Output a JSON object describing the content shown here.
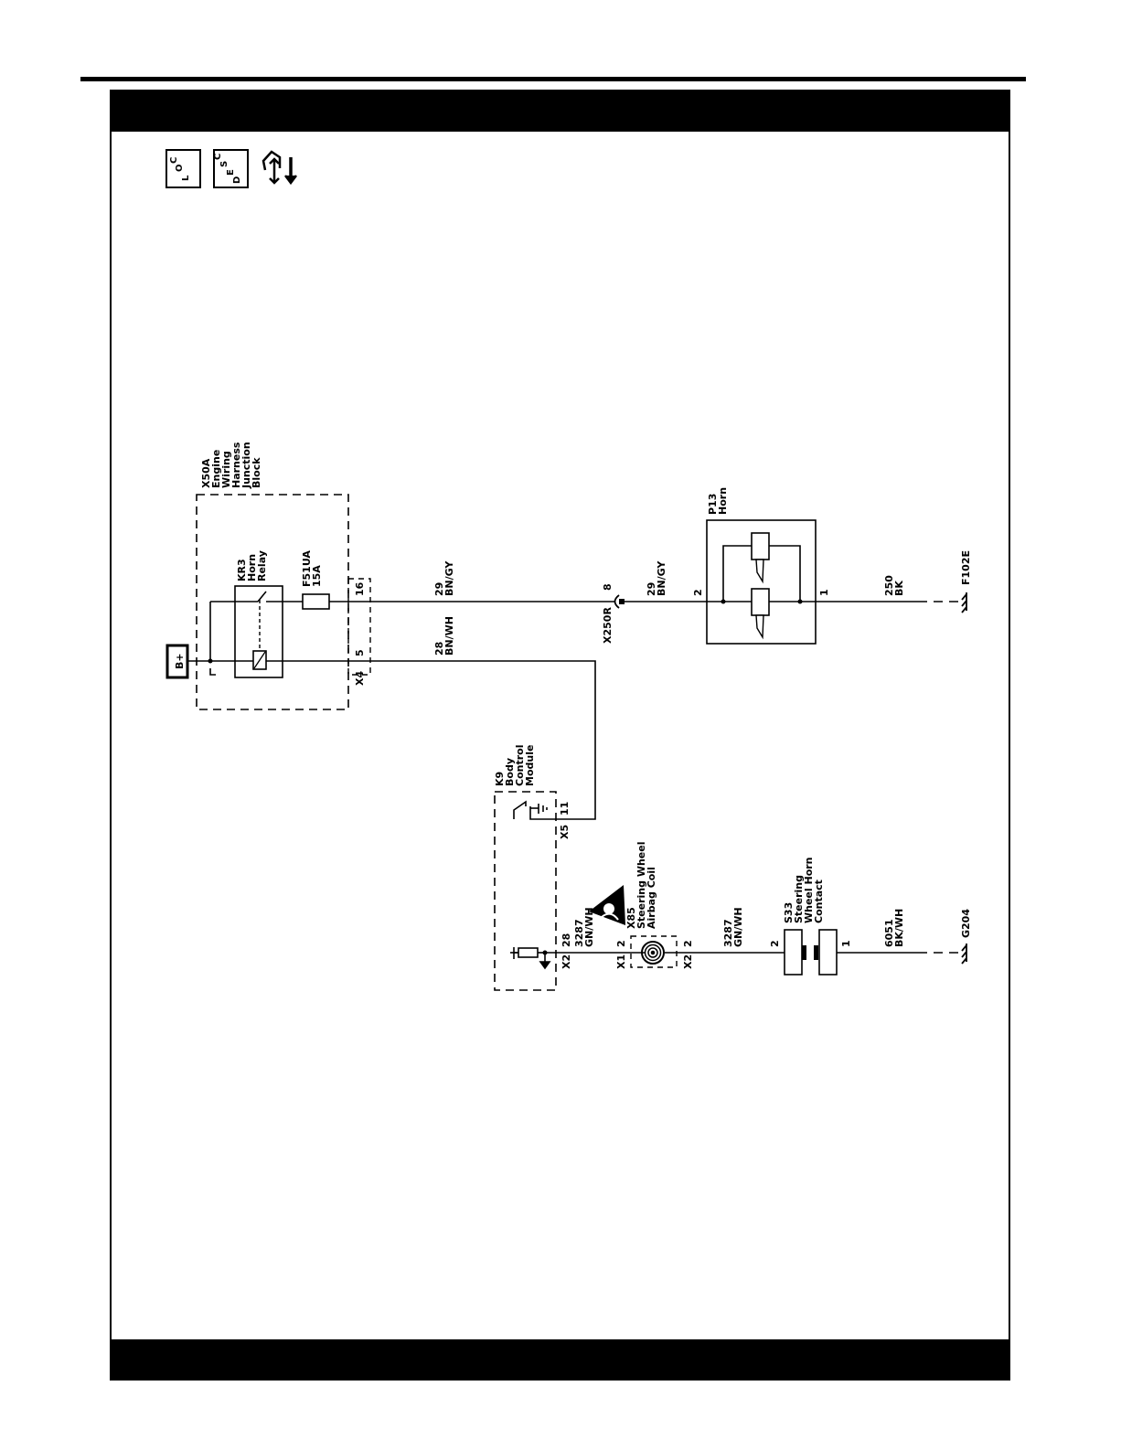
{
  "icons": {
    "loc": [
      "L",
      "O",
      "C"
    ],
    "desc": [
      "D",
      "E",
      "S",
      "C"
    ]
  },
  "diagram": {
    "battery": "B+",
    "junction_block": [
      "X50A",
      "Engine",
      "Wiring",
      "Harness",
      "Junction",
      "Block"
    ],
    "relay": [
      "KR3",
      "Horn",
      "Relay"
    ],
    "fuse": [
      "F51UA",
      "15A"
    ],
    "pin_16": "16",
    "pin_5": "5",
    "conn_x4": "X4",
    "wire_29_upper": [
      "29",
      "BN/GY"
    ],
    "wire_28": [
      "28",
      "BN/WH"
    ],
    "inline_pin_8": "8",
    "inline_conn": "X250R",
    "wire_29_lower": [
      "29",
      "BN/GY"
    ],
    "horn": [
      "P13",
      "Horn"
    ],
    "horn_pin_2": "2",
    "horn_pin_1": "1",
    "wire_250": [
      "250",
      "BK"
    ],
    "ground_f102e": "F102E",
    "bcm": [
      "K9",
      "Body",
      "Control",
      "Module"
    ],
    "bcm_pin_11": "11",
    "bcm_conn_x5": "X5",
    "bcm_pin_28": "28",
    "bcm_conn_x2": "X2",
    "wire_3287_left": [
      "3287",
      "GN/WH"
    ],
    "coil": [
      "X85",
      "Steering Wheel",
      "Airbag Coil"
    ],
    "coil_x1": "X1",
    "coil_x1_pin": "2",
    "coil_x2": "X2",
    "coil_x2_pin": "2",
    "wire_3287_right": [
      "3287",
      "GN/WH"
    ],
    "switch": [
      "S33",
      "Steering",
      "Wheel Horn",
      "Contact"
    ],
    "switch_pin_2": "2",
    "switch_pin_1": "1",
    "wire_6051": [
      "6051",
      "BK/WH"
    ],
    "ground_g204": "G204"
  }
}
